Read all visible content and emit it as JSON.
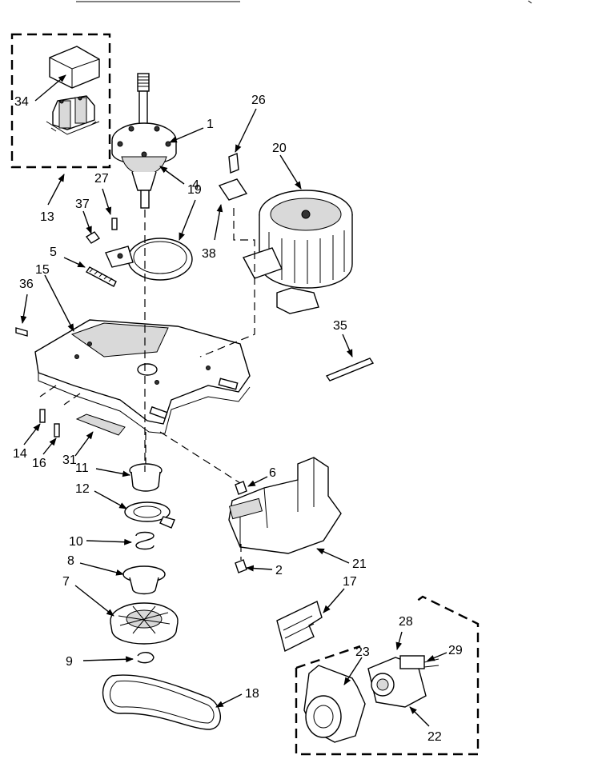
{
  "diagram": {
    "callouts": {
      "c1": "1",
      "c2": "2",
      "c4": "4",
      "c5": "5",
      "c6": "6",
      "c7": "7",
      "c8": "8",
      "c9": "9",
      "c10": "10",
      "c11": "11",
      "c12": "12",
      "c13": "13",
      "c14": "14",
      "c15": "15",
      "c16": "16",
      "c17": "17",
      "c18": "18",
      "c19": "19",
      "c20": "20",
      "c21": "21",
      "c22": "22",
      "c23": "23",
      "c26": "26",
      "c27": "27",
      "c28": "28",
      "c29": "29",
      "c31": "31",
      "c34": "34",
      "c35": "35",
      "c36": "36",
      "c37": "37",
      "c38": "38"
    }
  }
}
